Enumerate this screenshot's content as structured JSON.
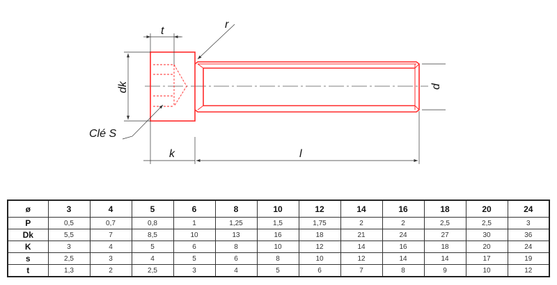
{
  "drawing": {
    "labels": {
      "t": "t",
      "r": "r",
      "dk": "dk",
      "d": "d",
      "k": "k",
      "l": "l",
      "key": "Clé S"
    },
    "colors": {
      "part": "#ff2a2a",
      "dimension": "#333333"
    }
  },
  "table": {
    "header": {
      "label": "ø",
      "values": [
        "3",
        "4",
        "5",
        "6",
        "8",
        "10",
        "12",
        "14",
        "16",
        "18",
        "20",
        "24"
      ]
    },
    "rows": [
      {
        "label": "P",
        "values": [
          "0,5",
          "0,7",
          "0,8",
          "1",
          "1,25",
          "1,5",
          "1,75",
          "2",
          "2",
          "2,5",
          "2,5",
          "3"
        ]
      },
      {
        "label": "Dk",
        "values": [
          "5,5",
          "7",
          "8,5",
          "10",
          "13",
          "16",
          "18",
          "21",
          "24",
          "27",
          "30",
          "36"
        ]
      },
      {
        "label": "K",
        "values": [
          "3",
          "4",
          "5",
          "6",
          "8",
          "10",
          "12",
          "14",
          "16",
          "18",
          "20",
          "24"
        ]
      },
      {
        "label": "s",
        "values": [
          "2,5",
          "3",
          "4",
          "5",
          "6",
          "8",
          "10",
          "12",
          "14",
          "14",
          "17",
          "19"
        ]
      },
      {
        "label": "t",
        "values": [
          "1,3",
          "2",
          "2,5",
          "3",
          "4",
          "5",
          "6",
          "7",
          "8",
          "9",
          "10",
          "12"
        ]
      }
    ]
  }
}
